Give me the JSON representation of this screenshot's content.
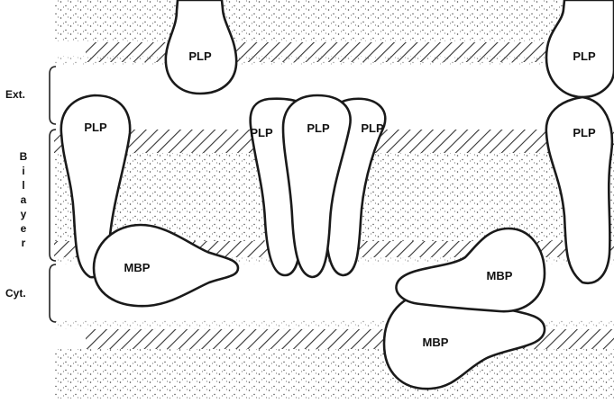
{
  "side_labels": {
    "ext": "Ext.",
    "bilayer": [
      "B",
      "i",
      "l",
      "a",
      "y",
      "e",
      "r"
    ],
    "cyt": "Cyt."
  },
  "proteins": {
    "plp_top_center": "PLP",
    "plp_top_right": "PLP",
    "plp_left": "PLP",
    "plp_cluster_left": "PLP",
    "plp_cluster_mid": "PLP",
    "plp_cluster_right": "PLP",
    "plp_right": "PLP",
    "mbp_left": "MBP",
    "mbp_right_upper": "MBP",
    "mbp_right_lower": "MBP"
  },
  "colors": {
    "ink": "#1a1a1a",
    "stipple": "#444444",
    "hatch": "#333333",
    "background": "#ffffff"
  }
}
